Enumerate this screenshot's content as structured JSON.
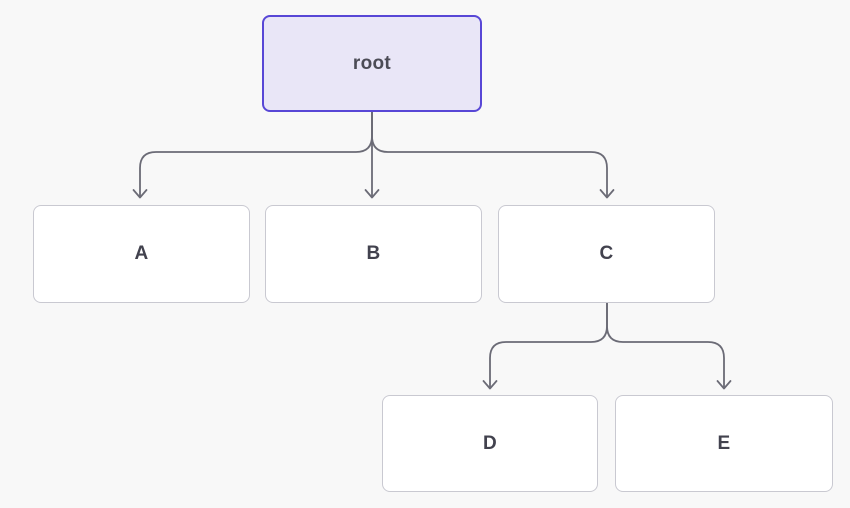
{
  "diagram": {
    "type": "tree",
    "nodes": [
      {
        "id": "root",
        "label": "root",
        "kind": "root",
        "fill": "#e9e6f7",
        "border": "#5847d6"
      },
      {
        "id": "A",
        "label": "A",
        "kind": "child",
        "fill": "#ffffff",
        "border": "#c9c9d1"
      },
      {
        "id": "B",
        "label": "B",
        "kind": "child",
        "fill": "#ffffff",
        "border": "#c9c9d1"
      },
      {
        "id": "C",
        "label": "C",
        "kind": "child",
        "fill": "#ffffff",
        "border": "#c9c9d1"
      },
      {
        "id": "D",
        "label": "D",
        "kind": "child",
        "fill": "#ffffff",
        "border": "#c9c9d1"
      },
      {
        "id": "E",
        "label": "E",
        "kind": "child",
        "fill": "#ffffff",
        "border": "#c9c9d1"
      }
    ],
    "edges": [
      {
        "from": "root",
        "to": "A"
      },
      {
        "from": "root",
        "to": "B"
      },
      {
        "from": "root",
        "to": "C"
      },
      {
        "from": "C",
        "to": "D"
      },
      {
        "from": "C",
        "to": "E"
      }
    ],
    "colors": {
      "background": "#f8f8f8",
      "edge": "#6b6b76",
      "root_fill": "#e9e6f7",
      "root_border": "#5847d6",
      "node_fill": "#ffffff",
      "node_border": "#c9c9d1",
      "label_text": "#42424e"
    }
  }
}
